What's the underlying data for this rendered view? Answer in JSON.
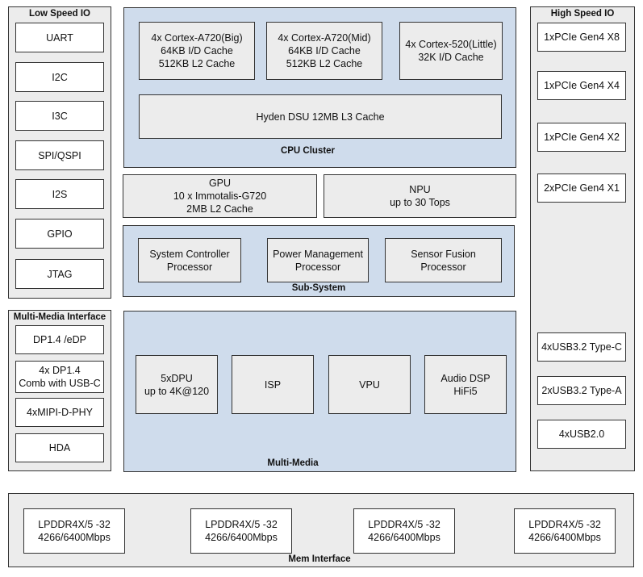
{
  "low_speed_io": {
    "title": "Low Speed  IO",
    "items": [
      "UART",
      "I2C",
      "I3C",
      "SPI/QSPI",
      "I2S",
      "GPIO",
      "JTAG"
    ]
  },
  "multimedia_interface": {
    "title": "Multi-Media Interface",
    "items": [
      "DP1.4 /eDP",
      "4x DP1.4\nComb with USB-C",
      "4xMIPI-D-PHY",
      "HDA"
    ]
  },
  "cpu_cluster": {
    "title": "CPU Cluster",
    "big": "4x Cortex-A720(Big)\n64KB I/D Cache\n512KB L2 Cache",
    "mid": "4x Cortex-A720(Mid)\n64KB I/D Cache\n512KB L2 Cache",
    "little": "4x Cortex-520(Little)\n32K I/D Cache",
    "dsu": "Hyden DSU 12MB L3  Cache"
  },
  "gpu": {
    "label": "GPU\n10 x Immotalis-G720\n2MB L2 Cache"
  },
  "npu": {
    "label": "NPU\nup to 30 Tops"
  },
  "subsystem": {
    "title": "Sub-System",
    "items": [
      "System Controller\nProcessor",
      "Power Management\nProcessor",
      "Sensor Fusion\nProcessor"
    ]
  },
  "multimedia": {
    "title": "Multi-Media",
    "items": [
      "5xDPU\nup to 4K@120",
      "ISP",
      "VPU",
      "Audio DSP\nHiFi5"
    ]
  },
  "high_speed_io": {
    "title": "High Speed  IO",
    "pcie": [
      "1xPCIe Gen4 X8",
      "1xPCIe Gen4 X4",
      "1xPCIe Gen4 X2",
      "2xPCIe Gen4 X1"
    ],
    "usb": [
      "4xUSB3.2 Type-C",
      "2xUSB3.2 Type-A",
      "4xUSB2.0"
    ]
  },
  "mem_interface": {
    "title": "Mem Interface",
    "items": [
      "LPDDR4X/5 -32\n4266/6400Mbps",
      "LPDDR4X/5 -32\n4266/6400Mbps",
      "LPDDR4X/5 -32\n4266/6400Mbps",
      "LPDDR4X/5 -32\n4266/6400Mbps"
    ]
  },
  "colors": {
    "blue_panel": "#cfdcec",
    "gray_panel": "#ececec",
    "border": "#333333"
  }
}
